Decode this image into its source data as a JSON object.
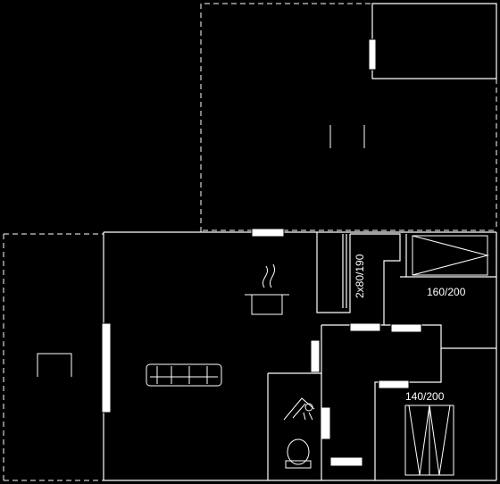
{
  "plan": {
    "bed_labels": {
      "twin_beds": "2x80/190",
      "double_bed_top": "160/200",
      "double_bed_bottom": "140/200"
    },
    "icons": [
      "cooking-pot-icon",
      "sofa-icon",
      "shower-icon",
      "toilet-icon",
      "table-icon",
      "bed-icon"
    ]
  }
}
